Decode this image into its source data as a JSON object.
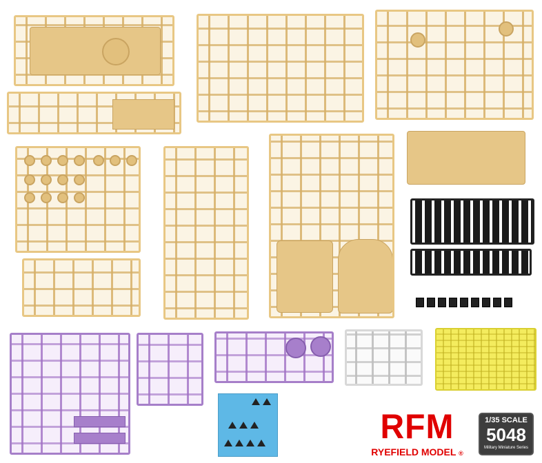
{
  "brand": {
    "logo_letters": "RFM",
    "name": "RYEFIELD MODEL",
    "registered_mark": "®",
    "logo_color": "#e00000"
  },
  "product_badge": {
    "scale": "1/35 SCALE",
    "number": "5048",
    "series": "Military Miniature Series"
  },
  "colors": {
    "tan_plastic": "#e6c687",
    "purple_plastic": "#a77fcb",
    "clear_plastic": "#fafafa",
    "photo_etch": "#f4ec5e",
    "track_links": "#1a1a1a",
    "decal_sheet": "#5eb8e6"
  }
}
